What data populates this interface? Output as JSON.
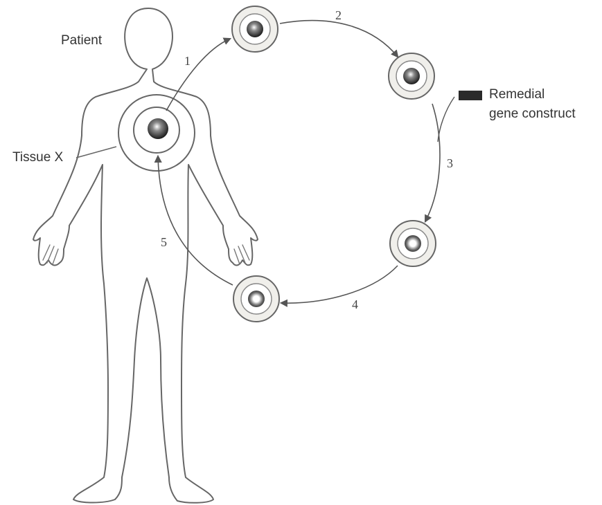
{
  "labels": {
    "patient": "Patient",
    "tissue": "Tissue X",
    "gene_line1": "Remedial",
    "gene_line2": "gene construct"
  },
  "steps": [
    "1",
    "2",
    "3",
    "4",
    "5"
  ],
  "colors": {
    "ink": "#555555",
    "fill": "#f0efeb",
    "nucleus": "#2a2a2a"
  }
}
